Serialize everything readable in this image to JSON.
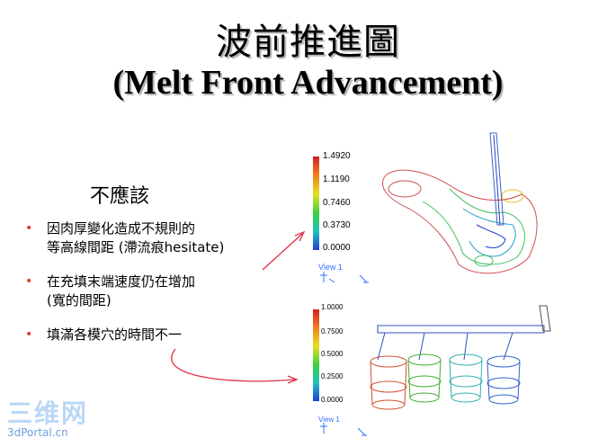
{
  "title_cn": "波前推進圖",
  "title_en": "(Melt Front Advancement)",
  "subhead": "不應該",
  "bullets": [
    {
      "line1": "因肉厚變化造成不規則的",
      "line2": "等高線間距 (滯流痕hesitate)"
    },
    {
      "line1": "在充填末端速度仍在增加",
      "line2": "(寬的間距)"
    },
    {
      "line1": "填滿各模穴的時間不一",
      "line2": ""
    }
  ],
  "scale_top": {
    "ticks": [
      "1.4920",
      "1.1190",
      "0.7460",
      "0.3730",
      "0.0000"
    ]
  },
  "scale_bottom": {
    "ticks": [
      "1.0000",
      "0.7500",
      "0.5000",
      "0.2500",
      "0.0000"
    ]
  },
  "view_label_top": "View 1",
  "view_label_bottom": "View 1",
  "watermark": {
    "text": "三维网",
    "url": "3dPortal.cn"
  },
  "colors": {
    "arrow": "#e0304a",
    "bullet": "#d04020"
  }
}
